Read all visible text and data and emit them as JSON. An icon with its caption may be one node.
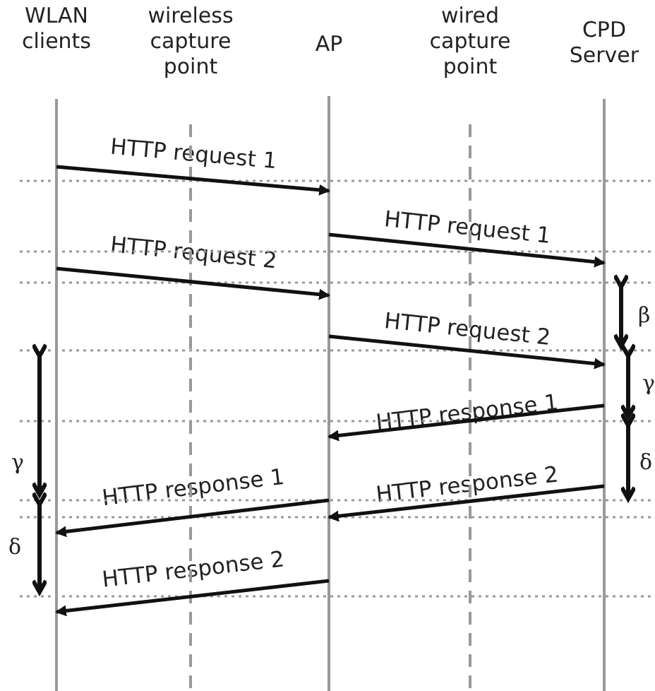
{
  "diagram": {
    "nodes": [
      {
        "text": [
          "WLAN clients"
        ]
      },
      {
        "text": [
          "wireless capture point"
        ]
      },
      {
        "text": [
          "AP"
        ]
      },
      {
        "text": [
          "wired capture point"
        ]
      },
      {
        "text": [
          "CPD Server"
        ]
      }
    ],
    "edges": [
      {
        "from": 0,
        "to": 2,
        "arrow": "to",
        "label": "HTTP request 1"
      },
      {
        "from": 2,
        "to": 4,
        "arrow": "to",
        "label": "HTTP request 1"
      },
      {
        "from": 0,
        "to": 2,
        "arrow": "to",
        "label": "HTTP request 2"
      },
      {
        "from": 2,
        "to": 4,
        "arrow": "to",
        "label": "HTTP request 2"
      },
      {
        "from": 4,
        "to": 2,
        "arrow": "to",
        "label": "HTTP response 1"
      },
      {
        "from": 2,
        "to": 0,
        "arrow": "to",
        "label": "HTTP response 1"
      },
      {
        "from": 4,
        "to": 2,
        "arrow": "to",
        "label": "HTTP response 2"
      },
      {
        "from": 2,
        "to": 0,
        "arrow": "to",
        "label": "HTTP response 2"
      }
    ],
    "labels": [
      "β",
      "γ",
      "γ",
      "δ",
      "δ"
    ]
  }
}
